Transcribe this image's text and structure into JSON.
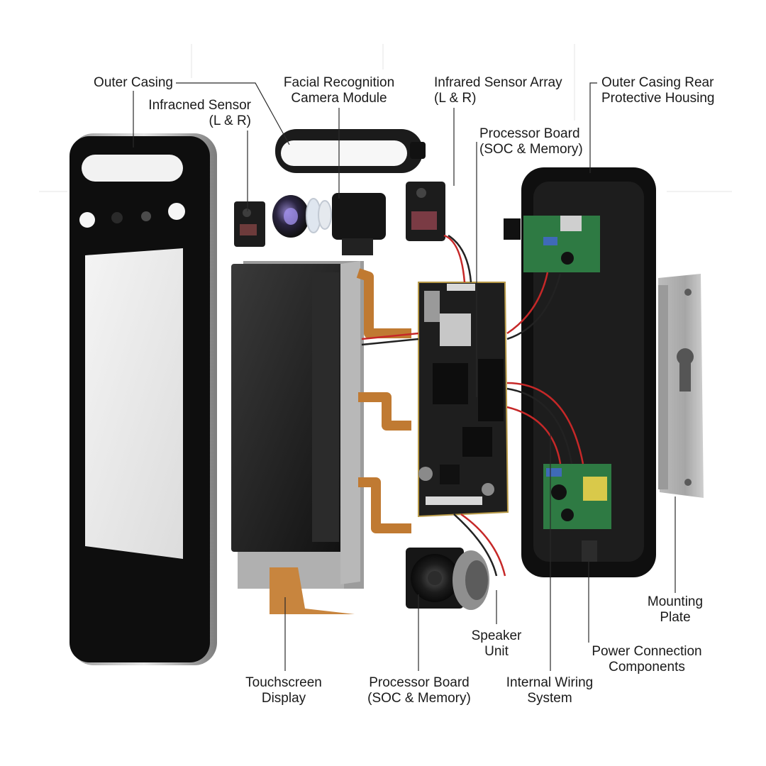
{
  "labels": {
    "outer_casing": "Outer Casing",
    "infrared_sensor_left": "Infracned Sensor\n(L & R)",
    "facial_camera": "Facial Recognition\nCamera Module",
    "infrared_array": "Infrared Sensor Array\n(L & R)",
    "processor_top": "Processor Board\n(SOC & Memory)",
    "rear_housing": "Outer Casing Rear\nProtective Housing",
    "mounting_plate": "Mounting\nPlate",
    "speaker_unit": "Speaker\nUnit",
    "power_connection": "Power Connection\nComponents",
    "touchscreen": "Touchscreen\nDisplay",
    "processor_bottom": "Processor Board\n(SOC & Memory)",
    "internal_wiring": "Internal Wiring\nSystem"
  }
}
